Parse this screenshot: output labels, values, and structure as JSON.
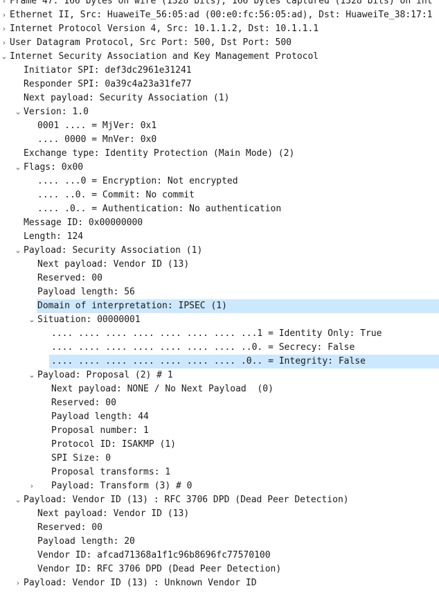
{
  "theme": {
    "text_color": "#1a1a1a",
    "selected_row_bg": "#cce8ff"
  },
  "icons": {
    "expanded": "⌄",
    "collapsed": "›"
  },
  "rows": [
    {
      "depth": 0,
      "toggle": "collapsed",
      "text": "Frame 47: 166 bytes on wire (1328 bits), 166 bytes captured (1328 bits) on int",
      "selected": false
    },
    {
      "depth": 0,
      "toggle": "collapsed",
      "text": "Ethernet II, Src: HuaweiTe_56:05:ad (00:e0:fc:56:05:ad), Dst: HuaweiTe_38:17:1",
      "selected": false
    },
    {
      "depth": 0,
      "toggle": "collapsed",
      "text": "Internet Protocol Version 4, Src: 10.1.1.2, Dst: 10.1.1.1",
      "selected": false
    },
    {
      "depth": 0,
      "toggle": "collapsed",
      "text": "User Datagram Protocol, Src Port: 500, Dst Port: 500",
      "selected": false
    },
    {
      "depth": 0,
      "toggle": "expanded",
      "text": "Internet Security Association and Key Management Protocol",
      "selected": false
    },
    {
      "depth": 1,
      "toggle": null,
      "text": "Initiator SPI: def3dc2961e31241",
      "selected": false
    },
    {
      "depth": 1,
      "toggle": null,
      "text": "Responder SPI: 0a39c4a23a31fe77",
      "selected": false
    },
    {
      "depth": 1,
      "toggle": null,
      "text": "Next payload: Security Association (1)",
      "selected": false
    },
    {
      "depth": 1,
      "toggle": "expanded",
      "text": "Version: 1.0",
      "selected": false
    },
    {
      "depth": 2,
      "toggle": null,
      "text": "0001 .... = MjVer: 0x1",
      "selected": false
    },
    {
      "depth": 2,
      "toggle": null,
      "text": ".... 0000 = MnVer: 0x0",
      "selected": false
    },
    {
      "depth": 1,
      "toggle": null,
      "text": "Exchange type: Identity Protection (Main Mode) (2)",
      "selected": false
    },
    {
      "depth": 1,
      "toggle": "expanded",
      "text": "Flags: 0x00",
      "selected": false
    },
    {
      "depth": 2,
      "toggle": null,
      "text": ".... ...0 = Encryption: Not encrypted",
      "selected": false
    },
    {
      "depth": 2,
      "toggle": null,
      "text": ".... ..0. = Commit: No commit",
      "selected": false
    },
    {
      "depth": 2,
      "toggle": null,
      "text": ".... .0.. = Authentication: No authentication",
      "selected": false
    },
    {
      "depth": 1,
      "toggle": null,
      "text": "Message ID: 0x00000000",
      "selected": false
    },
    {
      "depth": 1,
      "toggle": null,
      "text": "Length: 124",
      "selected": false
    },
    {
      "depth": 1,
      "toggle": "expanded",
      "text": "Payload: Security Association (1)",
      "selected": false
    },
    {
      "depth": 2,
      "toggle": null,
      "text": "Next payload: Vendor ID (13)",
      "selected": false
    },
    {
      "depth": 2,
      "toggle": null,
      "text": "Reserved: 00",
      "selected": false
    },
    {
      "depth": 2,
      "toggle": null,
      "text": "Payload length: 56",
      "selected": false
    },
    {
      "depth": 2,
      "toggle": null,
      "text": "Domain of interpretation: IPSEC (1)",
      "selected": true
    },
    {
      "depth": 2,
      "toggle": "expanded",
      "text": "Situation: 00000001",
      "selected": false
    },
    {
      "depth": 3,
      "toggle": null,
      "text": ".... .... .... .... .... .... .... ...1 = Identity Only: True",
      "selected": false
    },
    {
      "depth": 3,
      "toggle": null,
      "text": ".... .... .... .... .... .... .... ..0. = Secrecy: False",
      "selected": false
    },
    {
      "depth": 3,
      "toggle": null,
      "text": ".... .... .... .... .... .... .... .0.. = Integrity: False",
      "selected": true
    },
    {
      "depth": 2,
      "toggle": "expanded",
      "text": "Payload: Proposal (2) # 1",
      "selected": false
    },
    {
      "depth": 3,
      "toggle": null,
      "text": "Next payload: NONE / No Next Payload  (0)",
      "selected": false
    },
    {
      "depth": 3,
      "toggle": null,
      "text": "Reserved: 00",
      "selected": false
    },
    {
      "depth": 3,
      "toggle": null,
      "text": "Payload length: 44",
      "selected": false
    },
    {
      "depth": 3,
      "toggle": null,
      "text": "Proposal number: 1",
      "selected": false
    },
    {
      "depth": 3,
      "toggle": null,
      "text": "Protocol ID: ISAKMP (1)",
      "selected": false
    },
    {
      "depth": 3,
      "toggle": null,
      "text": "SPI Size: 0",
      "selected": false
    },
    {
      "depth": 3,
      "toggle": null,
      "text": "Proposal transforms: 1",
      "selected": false
    },
    {
      "depth": 3,
      "toggle": "collapsed",
      "text": "Payload: Transform (3) # 0",
      "selected": false
    },
    {
      "depth": 1,
      "toggle": "expanded",
      "text": "Payload: Vendor ID (13) : RFC 3706 DPD (Dead Peer Detection)",
      "selected": false
    },
    {
      "depth": 2,
      "toggle": null,
      "text": "Next payload: Vendor ID (13)",
      "selected": false
    },
    {
      "depth": 2,
      "toggle": null,
      "text": "Reserved: 00",
      "selected": false
    },
    {
      "depth": 2,
      "toggle": null,
      "text": "Payload length: 20",
      "selected": false
    },
    {
      "depth": 2,
      "toggle": null,
      "text": "Vendor ID: afcad71368a1f1c96b8696fc77570100",
      "selected": false
    },
    {
      "depth": 2,
      "toggle": null,
      "text": "Vendor ID: RFC 3706 DPD (Dead Peer Detection)",
      "selected": false
    },
    {
      "depth": 1,
      "toggle": "collapsed",
      "text": "Payload: Vendor ID (13) : Unknown Vendor ID",
      "selected": false
    }
  ]
}
